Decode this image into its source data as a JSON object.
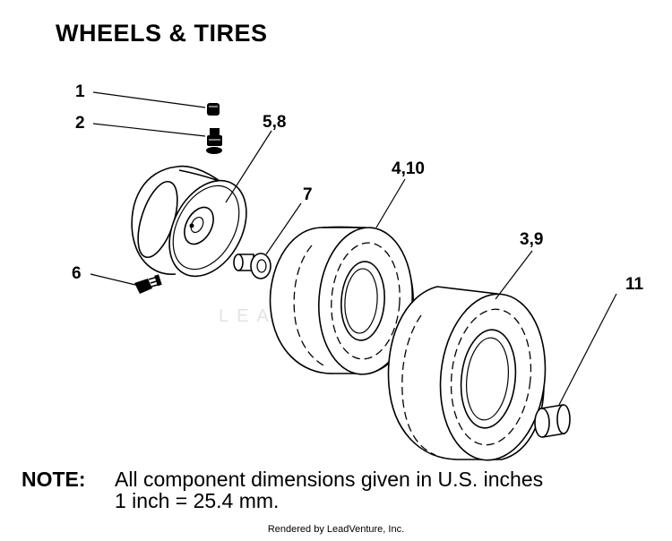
{
  "title": "WHEELS & TIRES",
  "callouts": {
    "c1": "1",
    "c2": "2",
    "c58": "5,8",
    "c7": "7",
    "c410": "4,10",
    "c39": "3,9",
    "c6": "6",
    "c11": "11"
  },
  "watermark": "LEADVENTURE",
  "note": {
    "label": "NOTE:",
    "line1": "All component dimensions given in U.S. inches",
    "line2": "1 inch = 25.4 mm."
  },
  "footer": "Rendered by LeadVenture, Inc."
}
